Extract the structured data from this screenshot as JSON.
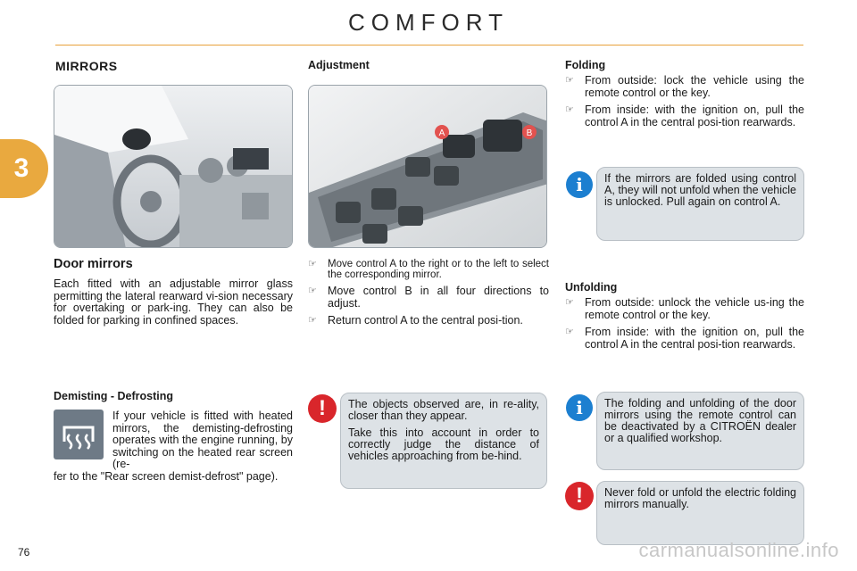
{
  "header": {
    "title": "COMFORT",
    "chapter": "3"
  },
  "left": {
    "section_title": "MIRRORS",
    "door_mirrors_title": "Door mirrors",
    "door_mirrors_text": "Each fitted with an adjustable mirror glass permitting the lateral rearward vi-sion necessary for overtaking or park-ing. They can also be folded for parking in confined spaces.",
    "demist_title": "Demisting - Defrosting",
    "demist_text_a": "If your vehicle is fitted with heated mirrors, the demisting-defrosting operates with the engine running, by switching on the heated rear screen (re-",
    "demist_text_b": "fer to the \"Rear screen demist-defrost\" page)."
  },
  "middle": {
    "adjustment_title": "Adjustment",
    "label_a": "A",
    "label_b": "B",
    "bullets": [
      "Move control A to the right or to the left to select the corresponding mirror.",
      "Move control B in all four directions to adjust.",
      "Return control A to the central posi-tion."
    ],
    "warning_note": [
      "The objects observed are, in re-ality, closer than they appear.",
      "Take this into account in order to correctly judge the distance of vehicles approaching from be-hind."
    ]
  },
  "right": {
    "folding_title": "Folding",
    "folding_bullets": [
      "From outside: lock the vehicle using the remote control or the key.",
      "From inside: with the ignition on, pull the control A in the central posi-tion rearwards."
    ],
    "info_note_1": "If the mirrors are folded using control A, they will not unfold when the vehicle is unlocked. Pull again on control A.",
    "unfolding_title": "Unfolding",
    "unfolding_bullets": [
      "From outside: unlock the vehicle us-ing the remote control or the key.",
      "From inside: with the ignition on, pull the control A in the central posi-tion rearwards."
    ],
    "info_note_2": "The folding and unfolding of the door mirrors using the remote control can be deactivated by a CITROËN dealer or a qualified workshop.",
    "warning_note_2": "Never fold or unfold the electric folding mirrors manually."
  },
  "footer": {
    "page_number": "76",
    "watermark": "carmanualsonline.info"
  },
  "icons": {
    "bullet": "pointing-hand-icon",
    "info": "info-icon",
    "warning": "exclamation-icon",
    "defrost": "rear-defrost-icon"
  },
  "colors": {
    "accent": "#e9a93f",
    "info": "#1c7fd0",
    "warning": "#d9262b",
    "note_bg": "#dde2e6"
  }
}
